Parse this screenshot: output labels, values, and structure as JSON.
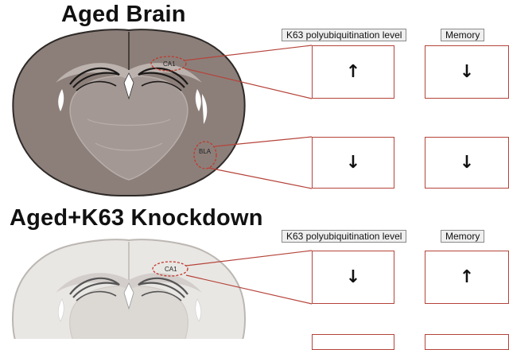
{
  "titles": {
    "aged": "Aged Brain",
    "knockdown": "Aged+K63 Knockdown"
  },
  "column_headers": {
    "k63": "K63 polyubiquitination level",
    "memory": "Memory"
  },
  "regions": {
    "ca1": "CA1",
    "bla": "BLA"
  },
  "colors": {
    "aged_brain_fill": "#8c7f7a",
    "knockdown_brain_fill": "#e9e7e4",
    "connector_red": "#b5443a"
  },
  "aged": {
    "ca1": {
      "k63_arrow": "↑",
      "memory_arrow": "↓"
    },
    "bla": {
      "k63_arrow": "↓",
      "memory_arrow": "↓"
    }
  },
  "knockdown": {
    "ca1": {
      "k63_arrow": "↓",
      "memory_arrow": "↑"
    }
  }
}
